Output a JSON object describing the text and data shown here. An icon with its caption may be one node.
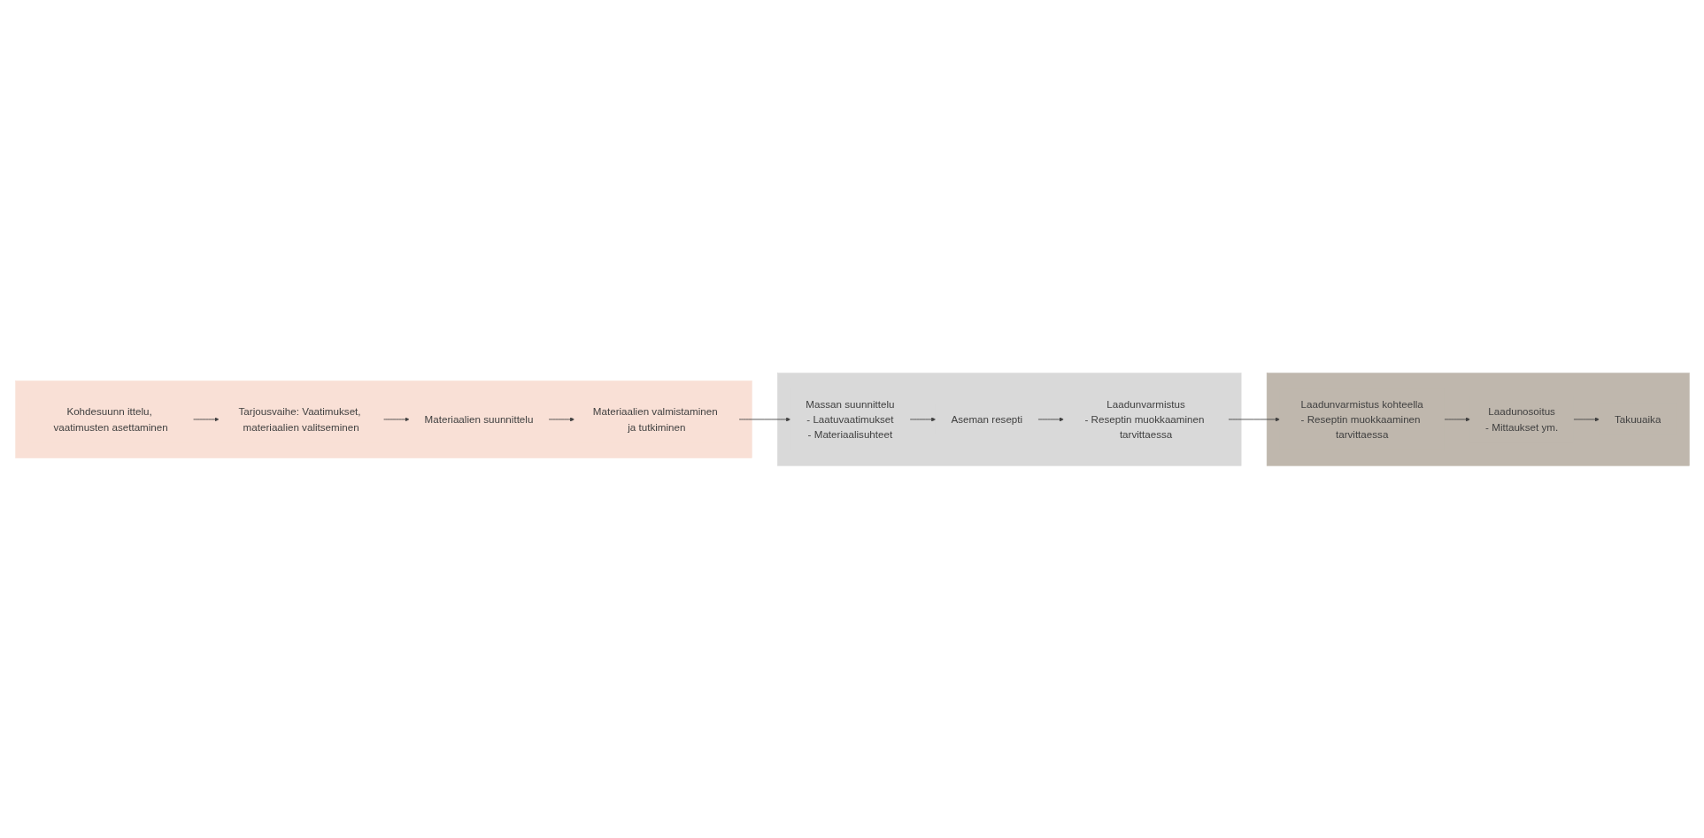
{
  "diagram": {
    "nodes": [
      {
        "text": [],
        "shape": "band"
      },
      {
        "text": [
          "Kohdesuunn ittelu, vaatimusten asettaminen"
        ],
        "in": 0
      },
      {
        "text": [
          "Tarjousvaihe: Vaatimukset, materiaalien valitseminen"
        ],
        "in": 0
      },
      {
        "text": [
          "Materiaalien suunnittelu"
        ],
        "in": 0
      },
      {
        "text": [
          "Materiaalien valmistaminen ja tutkiminen"
        ],
        "in": 0
      },
      {
        "text": [],
        "shape": "band"
      },
      {
        "text": [
          "Laadunvarmistus",
          "- Reseptin muokkaaminen tarvittaessa"
        ],
        "in": 5
      },
      {
        "text": [
          "Aseman resepti"
        ],
        "in": 5
      },
      {
        "text": [
          "Massan suunnittelu",
          "- Laatuvaatimukset",
          "- Materiaalisuhteet"
        ],
        "in": 5
      },
      {
        "text": [],
        "shape": "band"
      },
      {
        "text": [
          "Laadunvarmistus kohteella",
          "- Reseptin muokkaaminen tarvittaessa"
        ],
        "in": 9
      },
      {
        "text": [
          "Laadunosoitus",
          "- Mittaukset ym."
        ],
        "in": 9
      },
      {
        "text": [
          "Takuuaika"
        ],
        "in": 9
      }
    ],
    "edges": [
      {
        "from": 1,
        "to": 2,
        "arrow": "to"
      },
      {
        "from": 2,
        "to": 3,
        "arrow": "to"
      },
      {
        "from": 3,
        "to": 4,
        "arrow": "to"
      },
      {
        "from": 4,
        "to": 8,
        "arrow": "to"
      },
      {
        "from": 8,
        "to": 7,
        "arrow": "to"
      },
      {
        "from": 7,
        "to": 6,
        "arrow": "to"
      },
      {
        "from": 6,
        "to": 10,
        "arrow": "to"
      },
      {
        "from": 10,
        "to": 11,
        "arrow": "to"
      },
      {
        "from": 11,
        "to": 12,
        "arrow": "to"
      }
    ]
  }
}
